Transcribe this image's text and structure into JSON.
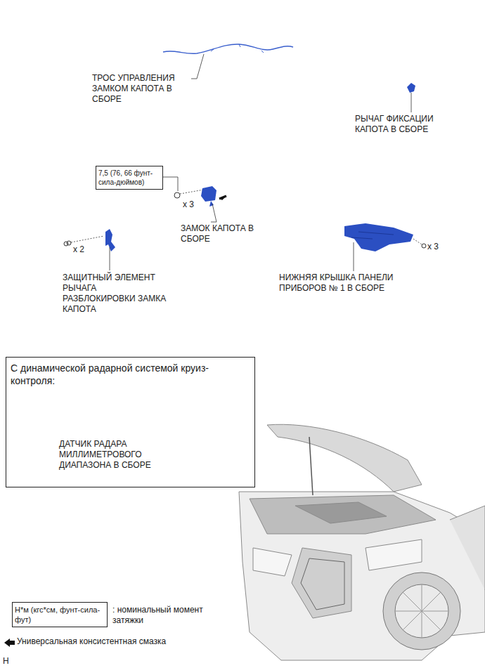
{
  "diagram": {
    "nodes": [
      {
        "text": [
          "7,5 (76, 66 фунт-сила-дюймов)"
        ]
      },
      {
        "text": [
          "С динамической радарной системой круиз-контроля:"
        ]
      },
      {
        "text": [
          "Н*м (кгс*см, фунт-сила-фут)"
        ]
      }
    ],
    "labels": [
      "ТРОС УПРАВЛЕНИЯ ЗАМКОМ КАПОТА В СБОРЕ",
      "РЫЧАГ ФИКСАЦИИ КАПОТА В СБОРЕ",
      "x 3",
      "ЗАМОК КАПОТА В СБОРЕ",
      "x 2",
      "ЗАЩИТНЫЙ ЭЛЕМЕНТ РЫЧАГА РАЗБЛОКИРОВКИ ЗАМКА КАПОТА",
      "НИЖНЯЯ КРЫШКА ПАНЕЛИ ПРИБОРОВ № 1 В СБОРЕ",
      "x 3",
      "ДАТЧИК РАДАРА МИЛЛИМЕТРОВОГО ДИАПАЗОНА В СБОРЕ",
      "H"
    ],
    "legend": [
      {
        "text": ": номинальный момент затяжки"
      },
      {
        "text": "Универсальная консистентная смазка"
      }
    ]
  }
}
